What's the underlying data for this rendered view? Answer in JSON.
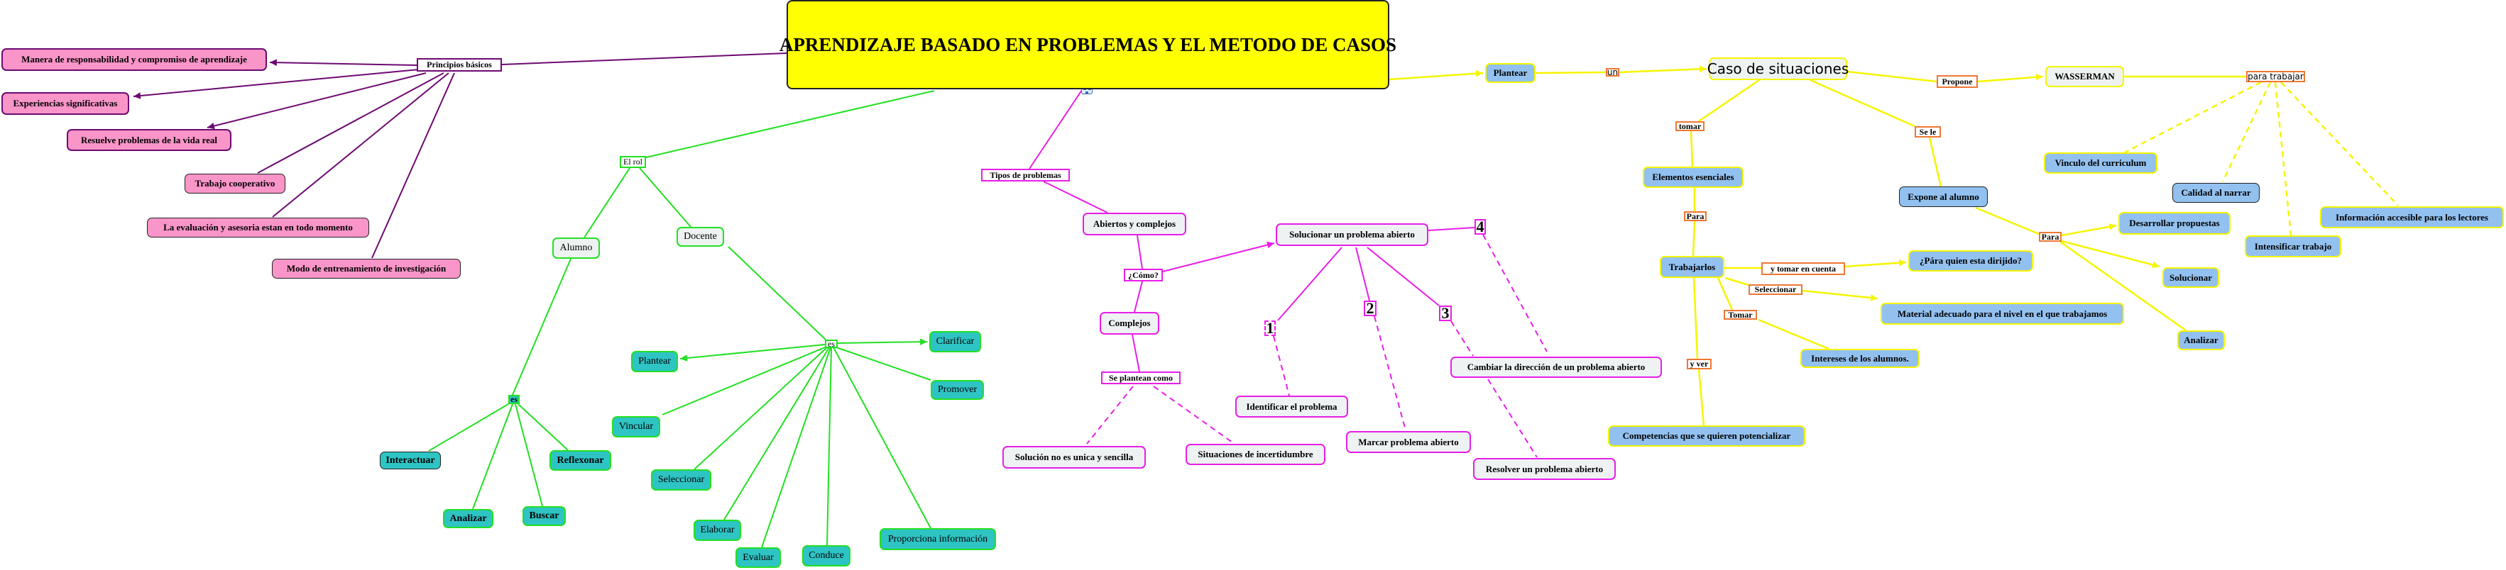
{
  "title": "APRENDIZAJE BASADO EN PROBLEMAS Y EL METODO DE CASOS",
  "icons": [
    "concept-map-icon"
  ],
  "colors": {
    "title": "#ffff00",
    "principios": "#6d0a72",
    "rol": "#22e022",
    "problemas": "#e81ee8",
    "casos": "#f5f500",
    "link_label": "#ee7733"
  },
  "principios": {
    "label": "Principios básicos",
    "items": [
      "Manera de responsabilidad y compromiso de aprendizaje",
      "Experiencias significativas",
      "Resuelve problemas de la vida real",
      "Trabajo cooperativo",
      "La evaluación y asesoria estan en todo momento",
      "Modo de entrenamiento de investigación"
    ]
  },
  "rol": {
    "label": "El rol",
    "alumno": "Alumno",
    "docente": "Docente",
    "es": "es",
    "alumno_items": [
      "Interactuar",
      "Analizar",
      "Buscar",
      "Reflexonar"
    ],
    "docente_items": [
      "Plantear",
      "Clarificar",
      "Promover",
      "Vincular",
      "Seleccionar",
      "Elaborar",
      "Evaluar",
      "Conduce",
      "Proporciona información"
    ]
  },
  "problemas": {
    "label": "Tipos de problemas",
    "abiertos": "Abiertos y complejos",
    "como": "¿Cómo?",
    "complejos": "Complejos",
    "se_plantean": "Se plantean como",
    "plantean_items": [
      "Solución no es unica y sencilla",
      "Situaciones de incertidumbre"
    ],
    "solucionar": "Solucionar un problema abierto",
    "steps": [
      {
        "num": "1",
        "text": "Identificar el problema"
      },
      {
        "num": "2",
        "text": "Marcar problema abierto"
      },
      {
        "num": "3",
        "text": "Resolver un problema abierto"
      },
      {
        "num": "4",
        "text": "Cambiar la dirección de un problema abierto"
      }
    ]
  },
  "casos": {
    "plantear": "Plantear",
    "un": "un",
    "caso": "Caso de situaciones",
    "propone": "Propone",
    "wasserman": "WASSERMAN",
    "para_trabajar": "para trabajar",
    "wasserman_items": [
      "Vinculo del curriculum",
      "Calidad al narrar",
      "Intensificar trabajo",
      "Información accesible  para los lectores"
    ],
    "tomar": "tomar",
    "se_le": "Se le",
    "elementos": "Elementos esenciales",
    "expone": "Expone al alumno",
    "para1": "Para",
    "trabajarlos": "Trabajarlos",
    "y_tomar": "y tomar en cuenta",
    "para_quien": "¿Pára quien esta dirijido?",
    "seleccionar": "Seleccionar",
    "material": "Material adecuado para el nivel en el que trabajamos",
    "tomar2": "Tomar",
    "intereses": "Intereses de los alumnos.",
    "y_ver": "y ver",
    "competencias": "Competencias que se quieren potencializar",
    "para2": "Para",
    "expone_items": [
      "Desarrollar propuestas",
      "Solucionar",
      "Analizar"
    ]
  }
}
